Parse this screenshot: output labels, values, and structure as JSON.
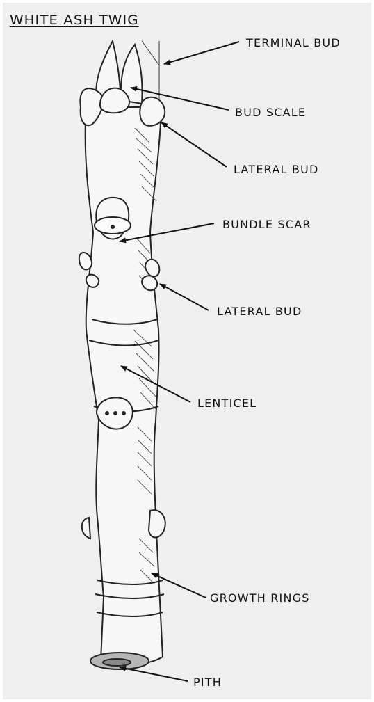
{
  "diagram": {
    "title": "WHITE ASH TWIG",
    "labels": {
      "terminal_bud": "TERMINAL BUD",
      "bud_scale": "BUD SCALE",
      "lateral_bud_upper": "LATERAL BUD",
      "bundle_scar": "BUNDLE SCAR",
      "lateral_bud_lower": "LATERAL BUD",
      "lenticel": "LENTICEL",
      "growth_rings": "GROWTH RINGS",
      "pith": "PITH"
    }
  }
}
